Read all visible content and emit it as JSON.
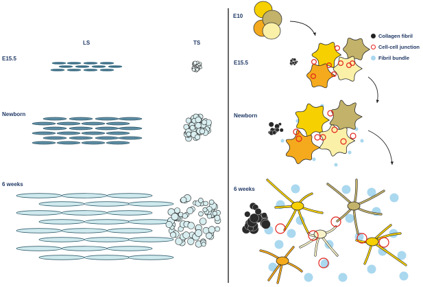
{
  "left_panel": {
    "column_headers": [
      "LS",
      "TS"
    ],
    "stages": [
      "E15.5",
      "Newborn",
      "6 weeks"
    ]
  },
  "right_panel": {
    "stages": [
      "E10",
      "E15.5",
      "Newborn",
      "6 weeks"
    ]
  },
  "legend": [
    {
      "label": "Collagen fibril",
      "icon": "filled-black-circle",
      "color": "#222222"
    },
    {
      "label": "Cell-cell junction",
      "icon": "red-ring",
      "color": "#e3221b"
    },
    {
      "label": "Fibril bundle",
      "icon": "light-blue-circle",
      "color": "#aad8ef"
    }
  ],
  "colors": {
    "text": "#1f3864",
    "fibril_ls_dark": "#3d6f86",
    "fibril_ts_fill": "#d8eef0",
    "cell_yellow": "#f6d000",
    "cell_orange": "#f4aa1c",
    "cell_pale": "#fbf0a8",
    "cell_olive": "#c3b26a",
    "bundle": "#aad8ef",
    "junction": "#e3221b"
  }
}
